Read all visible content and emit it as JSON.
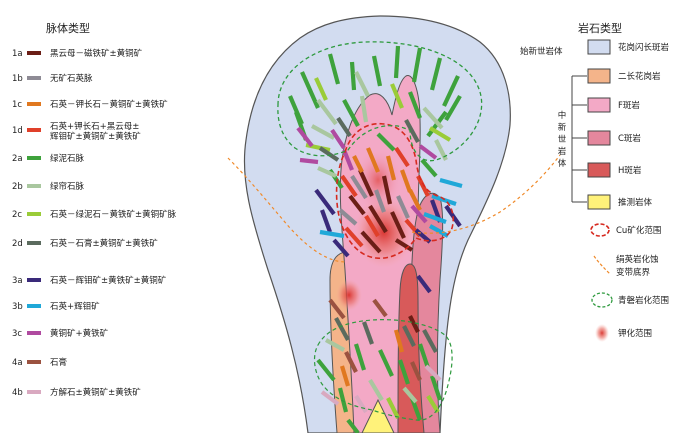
{
  "left_legend": {
    "title": "脉体类型",
    "items": [
      {
        "code": "1a",
        "label": "黑云母－磁铁矿±黄铜矿",
        "color": "#6b1e16"
      },
      {
        "code": "1b",
        "label": "无矿石英脉",
        "color": "#8e8b95"
      },
      {
        "code": "1c",
        "label": "石英－钾长石－黄铜矿±黄铁矿",
        "color": "#e07820"
      },
      {
        "code": "1d",
        "label": "石英+钾长石+黑云母±",
        "label2": "辉钼矿±黄铜矿±黄铁矿",
        "color": "#e0402a"
      },
      {
        "code": "2a",
        "label": "绿泥石脉",
        "color": "#3ea23c"
      },
      {
        "code": "2b",
        "label": "绿帘石脉",
        "color": "#a9c79f"
      },
      {
        "code": "2c",
        "label": "石英－绿泥石－黄铁矿±黄铜矿脉",
        "color": "#9acc38"
      },
      {
        "code": "2d",
        "label": "石英－石膏±黄铜矿±黄铁矿",
        "color": "#5b6b5e"
      },
      {
        "code": "3a",
        "label": "石英－辉钼矿±黄铁矿±黄铜矿",
        "color": "#3a2a7a"
      },
      {
        "code": "3b",
        "label": "石英+辉钼矿",
        "color": "#20a8d8"
      },
      {
        "code": "3c",
        "label": "黄铜矿+黄铁矿",
        "color": "#b04aa0"
      },
      {
        "code": "4a",
        "label": "石膏",
        "color": "#9b5240"
      },
      {
        "code": "4b",
        "label": "方解石±黄铜矿±黄铁矿",
        "color": "#d9a9c0"
      }
    ]
  },
  "right_legend": {
    "title": "岩石类型",
    "eocene_label": "始新世岩体",
    "miocene_label": "中新世岩体",
    "rocks": [
      {
        "label": "花岗闪长斑岩",
        "color": "#d2dcf0"
      },
      {
        "label": "二长花岗岩",
        "color": "#f4b48a"
      },
      {
        "label": "F斑岩",
        "color": "#f3a9c6"
      },
      {
        "label": "C斑岩",
        "color": "#e4879d"
      },
      {
        "label": "H斑岩",
        "color": "#d85a5a"
      },
      {
        "label": "推测岩体",
        "color": "#fff27a"
      }
    ],
    "cu_range": "Cu矿化范围",
    "sericite_line1": "绢英岩化蚀",
    "sericite_line2": "变带底界",
    "propylitic": "青磐岩化范围",
    "potassic": "钾化范围"
  }
}
